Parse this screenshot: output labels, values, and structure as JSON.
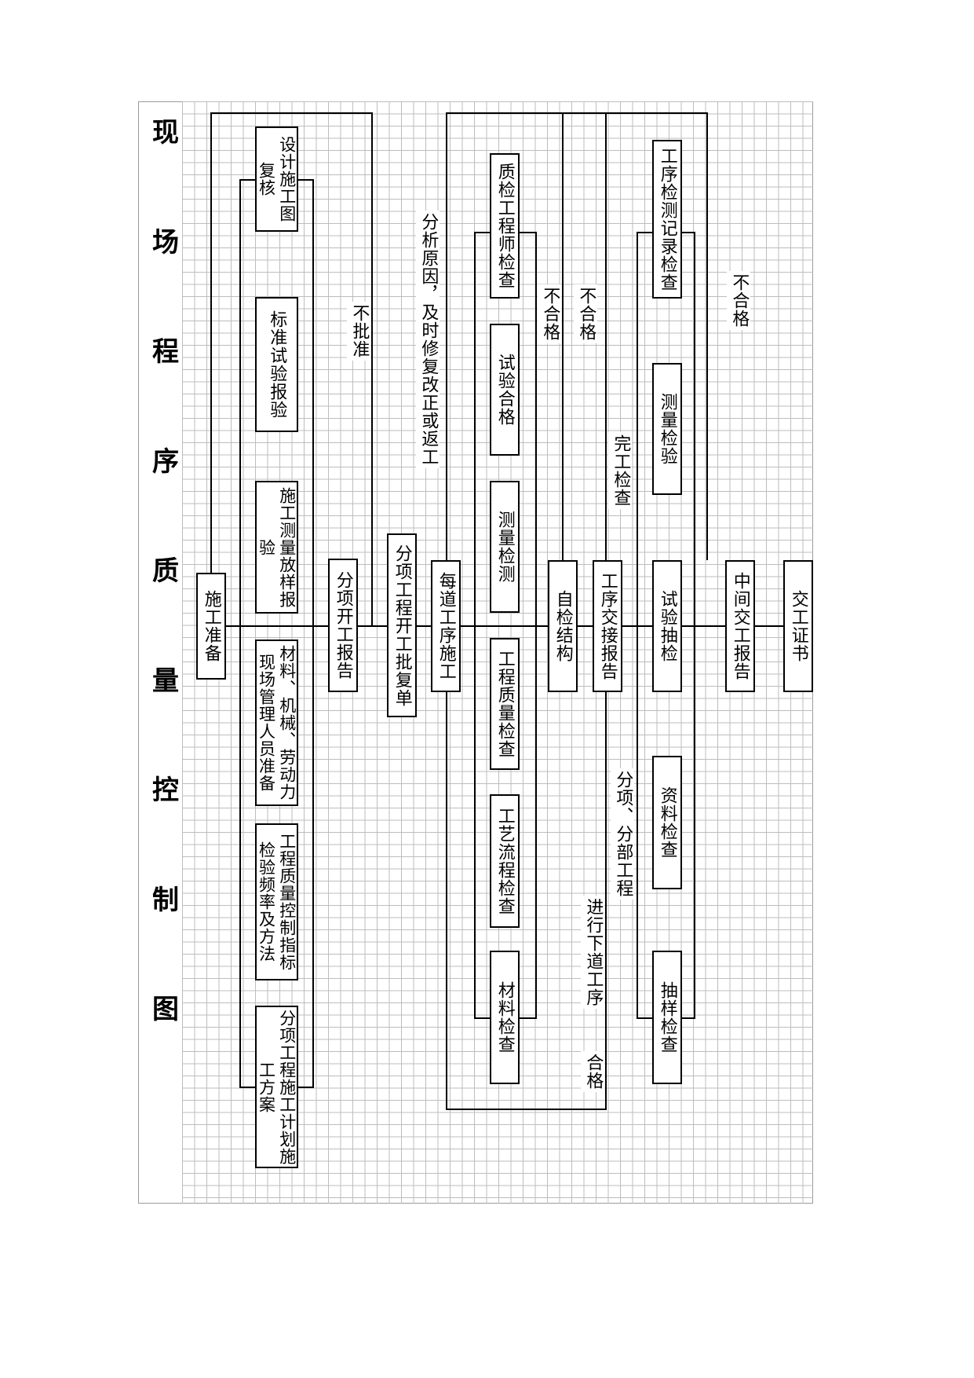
{
  "title": {
    "chars": [
      "现",
      "场",
      "程",
      "序",
      "质",
      "量",
      "控",
      "制",
      "图"
    ]
  },
  "boxes": {
    "prep": "施工准备",
    "plan": "分项工程施工计划施工方案",
    "quality_index": "工程质量控制指标检验频率及方法",
    "materials_staff": "材料、机械、劳动力现场管理人员准备",
    "survey_layout": "施工测量放样报验",
    "std_test": "标准试验报验",
    "design_review": "设计施工图复核",
    "start_report": "分项开工报告",
    "start_approval": "分项工程开工批复单",
    "each_process": "每道工序施工",
    "material_check": "材料检查",
    "craft_check": "工艺流程检查",
    "eng_quality_check": "工程质量检查",
    "survey_test": "测量检测",
    "test_pass": "试验合格",
    "qc_engineer_check": "质检工程师检查",
    "self_check": "自检结构",
    "handover_report": "工序交接报告",
    "sample_check": "抽样检查",
    "doc_check": "资料检查",
    "test_sampling": "试验抽检",
    "survey_inspect": "测量检验",
    "process_record_check": "工序检测记录检查",
    "interim_report": "中间交工报告",
    "certificate": "交工证书"
  },
  "labels": {
    "not_approved": "不批准",
    "analyze_fix": "分析原因，及时修复改正或返工",
    "fail_1": "不合格",
    "fail_2": "不合格",
    "fail_3": "不合格",
    "pass": "合格",
    "next_process": "进行下道工序",
    "sub_works": "分项、分部工程",
    "completion_check": "完工检查"
  }
}
